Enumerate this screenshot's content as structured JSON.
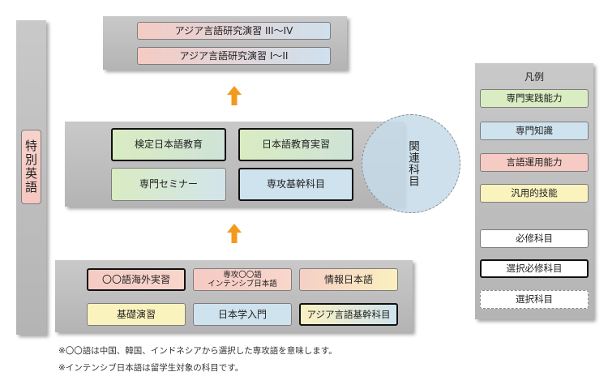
{
  "side_label": "特別英語",
  "top": {
    "box1": "アジア言語研究演習 III〜IV",
    "box2": "アジア言語研究演習 I〜II"
  },
  "middle": {
    "box1": "検定日本語教育",
    "box2": "日本語教育実習",
    "box3": "専門セミナー",
    "box4": "専攻基幹科目",
    "related": "関連科目"
  },
  "bottom": {
    "box1": "〇〇語海外実習",
    "box2_line1": "専攻〇〇語",
    "box2_line2": "インテンシブ日本語",
    "box3": "情報日本語",
    "box4": "基礎演習",
    "box5": "日本学入門",
    "box6": "アジア言語基幹科目"
  },
  "legend": {
    "title": "凡例",
    "items": [
      "専門実践能力",
      "専門知識",
      "言語運用能力",
      "汎用的技能",
      "必修科目",
      "選択必修科目",
      "選択科目"
    ]
  },
  "notes": [
    "※〇〇語は中国、韓国、インドネシアから選択した専攻語を意味します。",
    "※インテンシブ日本語は留学生対象の科目です。"
  ],
  "colors": {
    "accent_arrow": "#f39a1e",
    "panel_gray": "#bdbdbe",
    "specialized_practice": "#d9ecc2",
    "specialized_knowledge": "#cfe3ee",
    "language_skill": "#f5cbc4",
    "general_skill": "#fbf3bd"
  }
}
